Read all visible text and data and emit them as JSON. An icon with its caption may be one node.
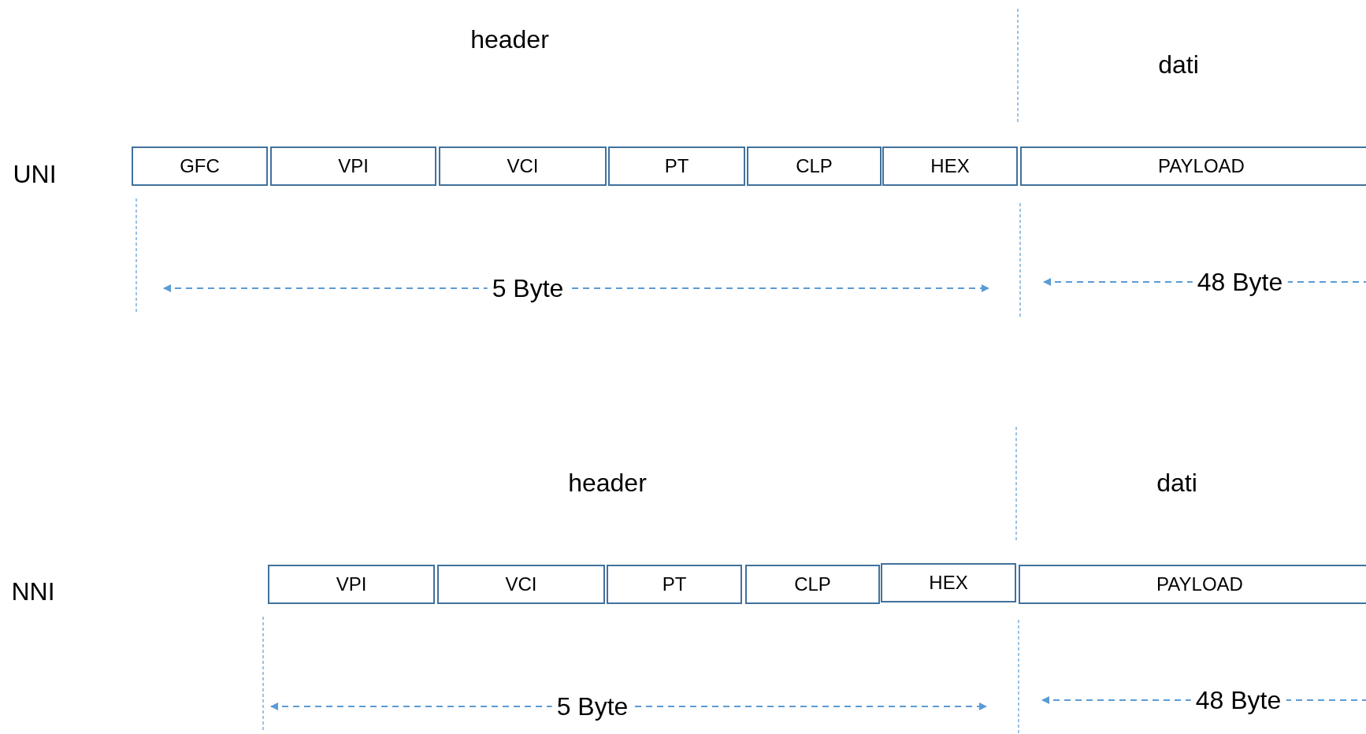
{
  "diagram": {
    "nodes": [
      {
        "text": [
          "GFC"
        ]
      },
      {
        "text": [
          "VPI"
        ]
      },
      {
        "text": [
          "VCI"
        ]
      },
      {
        "text": [
          "PT"
        ]
      },
      {
        "text": [
          "CLP"
        ]
      },
      {
        "text": [
          "HEX"
        ]
      },
      {
        "text": [
          "PAYLOAD"
        ]
      },
      {
        "text": [
          "VPI"
        ]
      },
      {
        "text": [
          "VCI"
        ]
      },
      {
        "text": [
          "PT"
        ]
      },
      {
        "text": [
          "CLP"
        ]
      },
      {
        "text": [
          "HEX"
        ]
      },
      {
        "text": [
          "PAYLOAD"
        ]
      }
    ],
    "edges": [],
    "labels": [
      "header",
      "dati",
      "UNI",
      "5 Byte",
      "48 Byte",
      "header",
      "dati",
      "NNI",
      "5 Byte",
      "48 Byte"
    ]
  }
}
